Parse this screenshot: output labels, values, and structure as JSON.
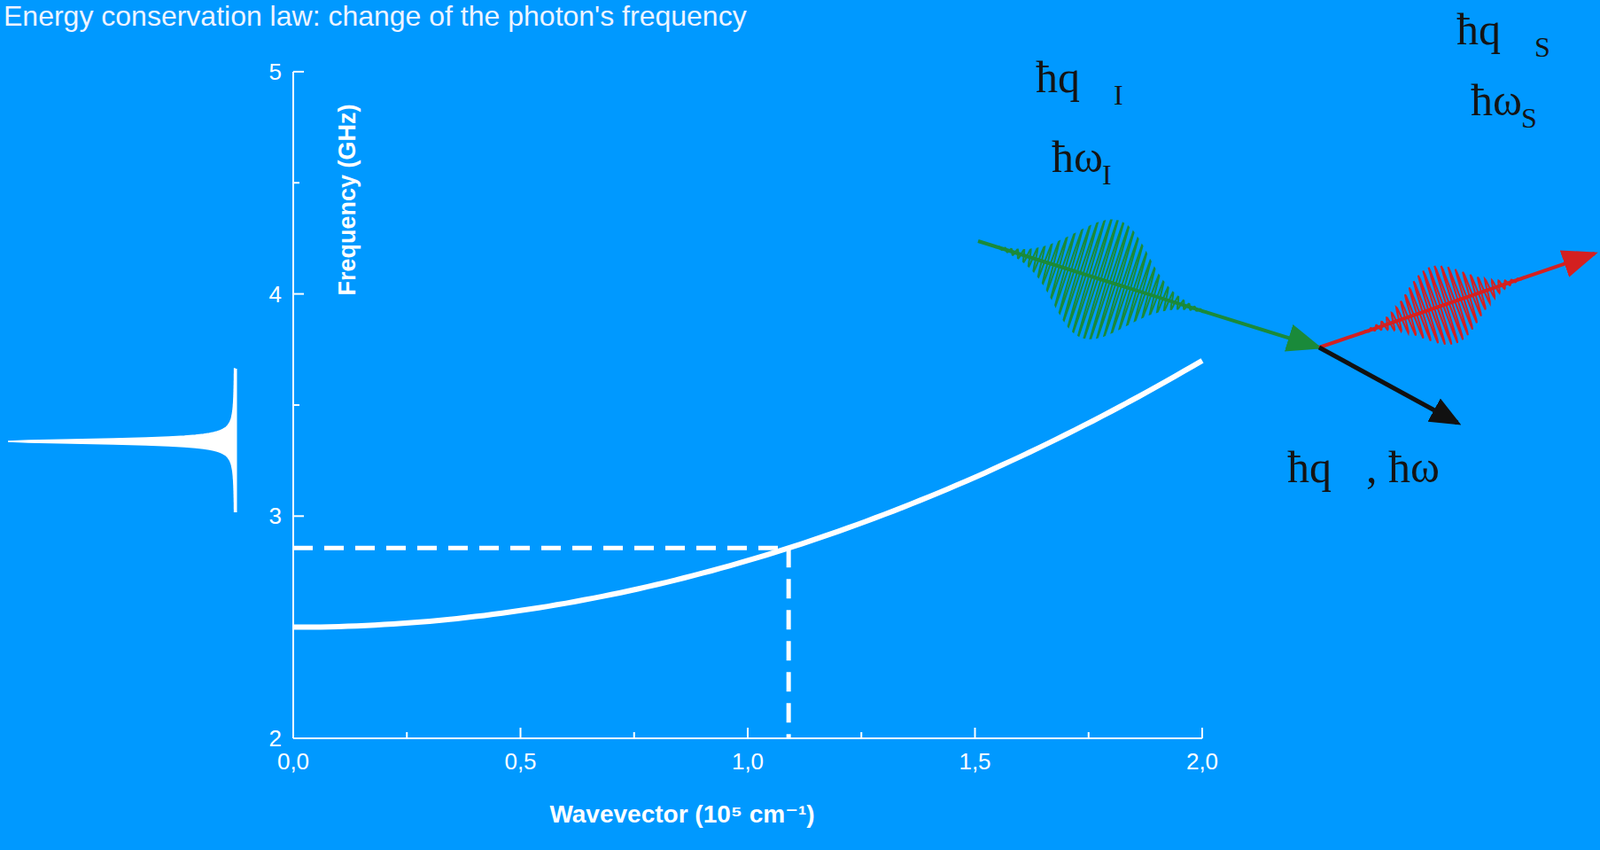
{
  "diagram": {
    "title": "Energy conservation law: change of the photon's frequency",
    "labels": [
      "Frequency (GHz)",
      "5",
      "4",
      "3",
      "2",
      "0,0",
      "0,5",
      "1,0",
      "1,5",
      "2,0",
      "Wavevector (10⁵ cm⁻¹)",
      "ħq⃗",
      "I",
      "ħω",
      "I",
      "ħq⃗",
      "S",
      "ħω",
      "S",
      "ħq⃗, ħω"
    ]
  }
}
